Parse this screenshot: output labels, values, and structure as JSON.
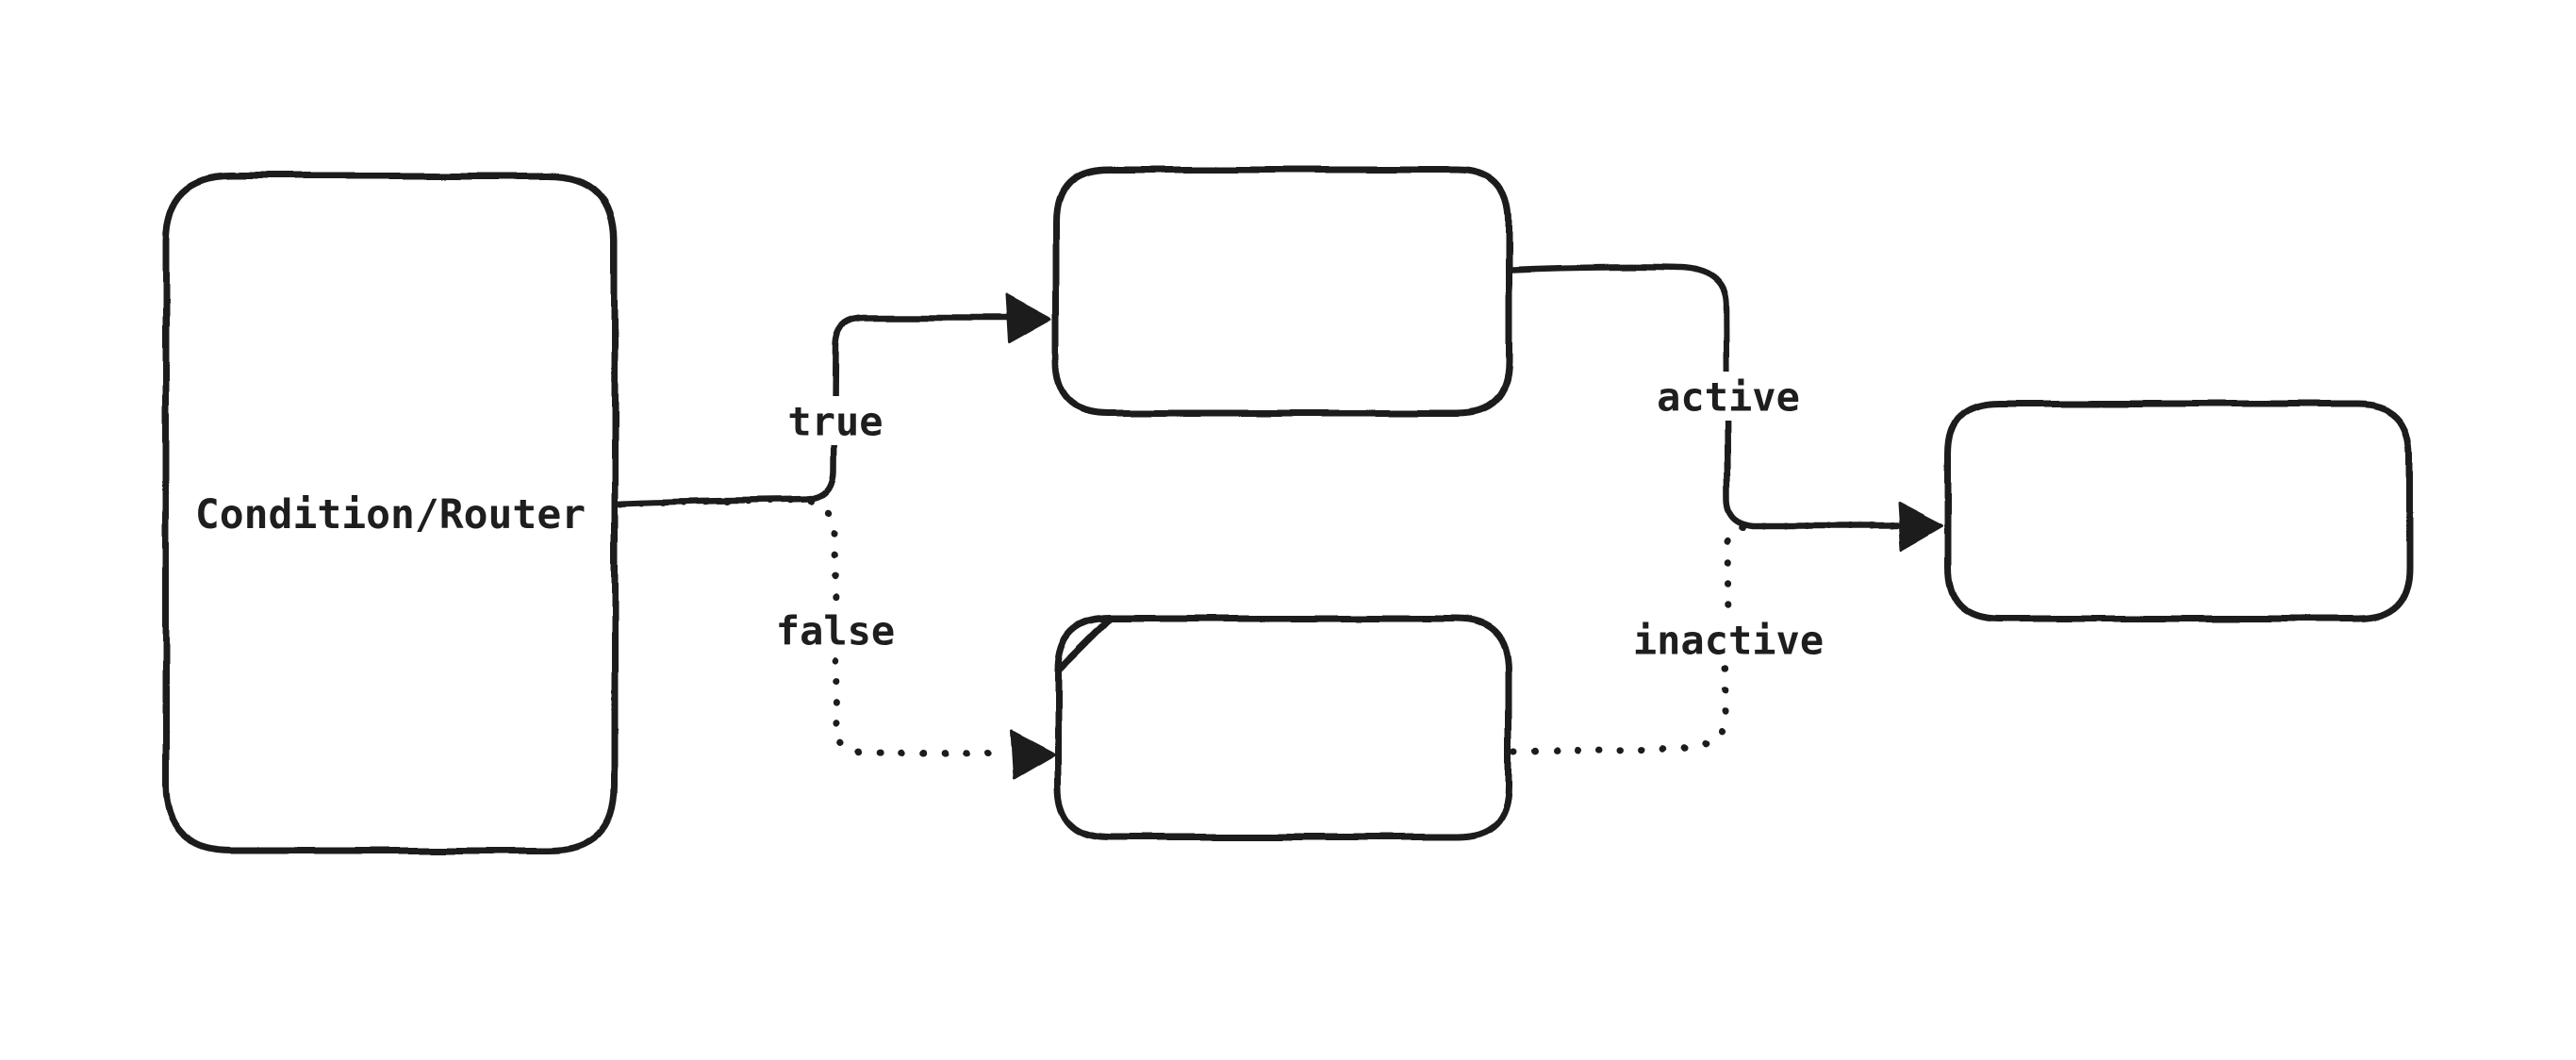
{
  "canvas": {
    "background_color": "#ffffff",
    "ink_color": "#1e1e1e"
  },
  "nodes": {
    "condition_router": {
      "label": "Condition/Router"
    },
    "true_branch": {
      "label": ""
    },
    "false_branch": {
      "label": ""
    },
    "merge_target": {
      "label": ""
    }
  },
  "edges": {
    "true": {
      "label": "true",
      "style": "solid"
    },
    "false": {
      "label": "false",
      "style": "dotted"
    },
    "active": {
      "label": "active",
      "style": "solid"
    },
    "inactive": {
      "label": "inactive",
      "style": "dotted"
    }
  }
}
